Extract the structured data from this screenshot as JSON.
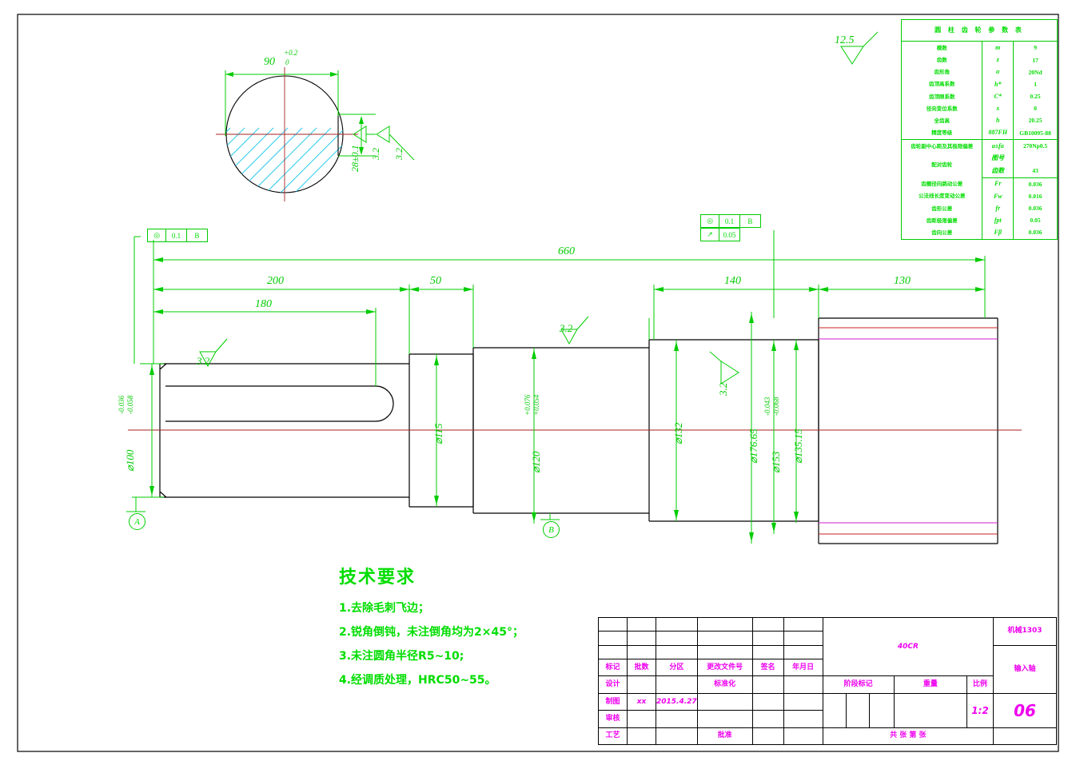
{
  "drawing": {
    "type": "mechanical-part-drawing",
    "part_name": "输入轴",
    "drawing_number": "06",
    "project_code": "机械1303",
    "material": "40CR",
    "scale": "1:2",
    "general_roughness": "12.5"
  },
  "gear_table": {
    "title": "圆 柱 齿 轮 参 数 表",
    "rows": [
      {
        "label": "模数",
        "symbol": "m",
        "value": "9"
      },
      {
        "label": "齿数",
        "symbol": "z",
        "value": "17"
      },
      {
        "label": "齿形角",
        "symbol": "α",
        "value": "20Nd"
      },
      {
        "label": "齿顶高系数",
        "symbol": "h*",
        "value": "1"
      },
      {
        "label": "齿顶隙系数",
        "symbol": "C*",
        "value": "0.25"
      },
      {
        "label": "径向变位系数",
        "symbol": "x",
        "value": "0"
      },
      {
        "label": "全齿高",
        "symbol": "h",
        "value": "20.25"
      },
      {
        "label": "精度等级",
        "symbol": "887FH",
        "value": "GB10095-88"
      },
      {
        "label": "齿轮副中心距及其极限偏差",
        "symbol": "a±fa",
        "value": "270Np0.5"
      },
      {
        "label": "配对齿轮",
        "symbol": "图号",
        "value": ""
      },
      {
        "label": "",
        "symbol": "齿数",
        "value": "43"
      },
      {
        "label": "齿圈径向跳动公差",
        "symbol": "Fr",
        "value": "0.036"
      },
      {
        "label": "公法线长度变动公差",
        "symbol": "Fw",
        "value": "0.016"
      },
      {
        "label": "齿形公差",
        "symbol": "fr",
        "value": "0.036"
      },
      {
        "label": "齿距极限偏差",
        "symbol": "fpt",
        "value": "0.05"
      },
      {
        "label": "齿向公差",
        "symbol": "Fβ",
        "value": "0.036"
      }
    ]
  },
  "tech_requirements": {
    "heading": "技术要求",
    "items": [
      "1.去除毛刺飞边；",
      "2.锐角倒钝，未注倒角均为2×45°；",
      "3.未注圆角半径R5~10;",
      "4.经调质处理，HRC50~55。"
    ]
  },
  "title_block": {
    "change_headers": [
      "标记",
      "批数",
      "分区",
      "更改文件号",
      "签名",
      "年月日"
    ],
    "rows": [
      {
        "role": "设计",
        "name": "",
        "date": "",
        "extra": "标准化"
      },
      {
        "role": "制图",
        "name": "xx",
        "date": "2015.4.27",
        "extra": ""
      },
      {
        "role": "审核",
        "name": "",
        "date": "",
        "extra": ""
      },
      {
        "role": "工艺",
        "name": "",
        "date": "",
        "extra": "批准"
      }
    ],
    "stage_label": "阶段标记",
    "weight_label": "重量",
    "scale_label": "比例",
    "scale_value": "1:2",
    "sheets_label": "共   张  第   张",
    "material": "40CR",
    "project_code": "机械1303",
    "part_name": "输入轴",
    "drawing_number": "06"
  },
  "section_view": {
    "width_dim": "90",
    "width_tol_upper": "+0.2",
    "width_tol_lower": "0",
    "keyway_depth": "28±0.1",
    "roughness_a": "3.2",
    "roughness_b": "3.2"
  },
  "linear_dims": [
    {
      "value": "660"
    },
    {
      "value": "200"
    },
    {
      "value": "180"
    },
    {
      "value": "50"
    },
    {
      "value": "140"
    },
    {
      "value": "130"
    }
  ],
  "diameter_dims": [
    {
      "value": "⌀100",
      "tol_upper": "-0.036",
      "tol_lower": "-0.058"
    },
    {
      "value": "⌀115",
      "tol_upper": "",
      "tol_lower": ""
    },
    {
      "value": "⌀120",
      "tol_upper": "+0.076",
      "tol_lower": "+0.054"
    },
    {
      "value": "⌀132",
      "tol_upper": "",
      "tol_lower": ""
    },
    {
      "value": "⌀176.65",
      "tol_upper": "",
      "tol_lower": ""
    },
    {
      "value": "⌀153",
      "tol_upper": "-0.043",
      "tol_lower": "-0.068"
    },
    {
      "value": "⌀135.15",
      "tol_upper": "",
      "tol_lower": ""
    }
  ],
  "gdt_frames": [
    {
      "symbol": "◎",
      "tolerance": "0.1",
      "datum": "B"
    },
    {
      "symbol": "◎",
      "tolerance": "0.1",
      "datum": "B"
    },
    {
      "symbol": "↗",
      "tolerance": "0.05",
      "datum": ""
    }
  ],
  "datums": [
    {
      "label": "A"
    },
    {
      "label": "B"
    }
  ],
  "roughness_marks": [
    {
      "value": "12.5"
    },
    {
      "value": "3.2"
    },
    {
      "value": "3.2"
    },
    {
      "value": "3.2"
    }
  ]
}
